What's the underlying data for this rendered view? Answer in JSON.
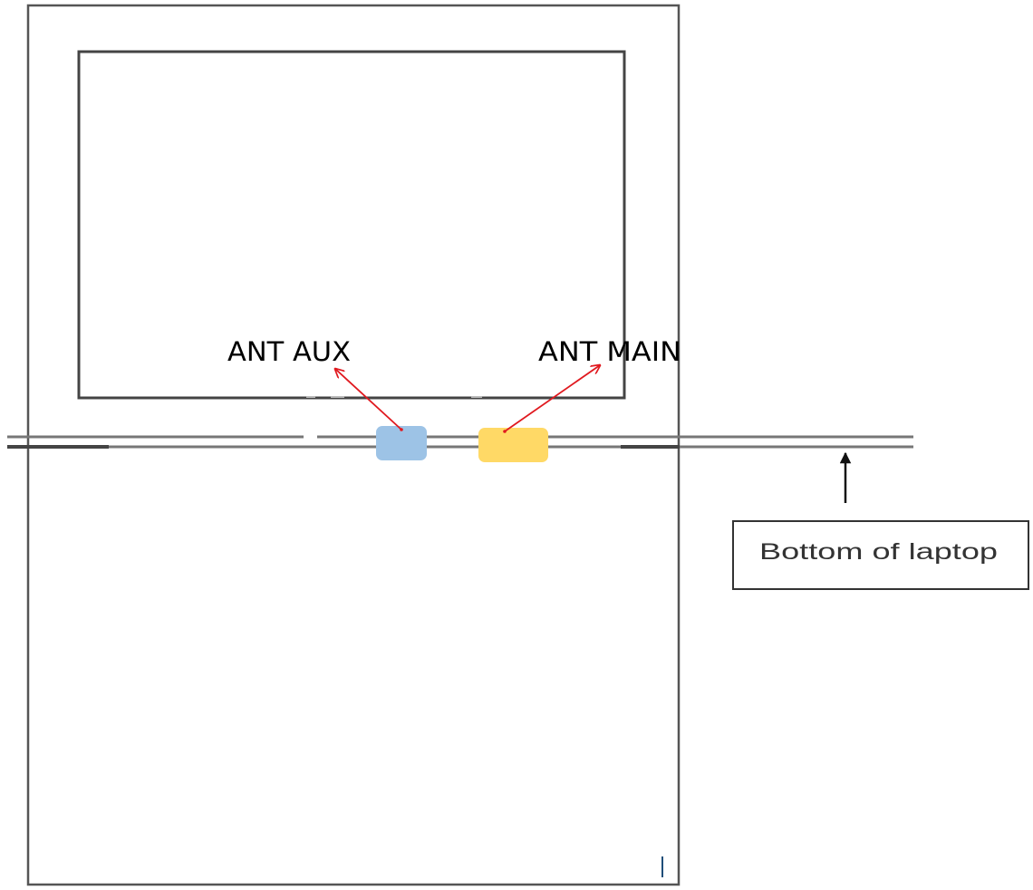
{
  "labels": {
    "ant_aux": "ANT AUX",
    "ant_main": "ANT MAIN",
    "bottom_of_laptop": "Bottom of laptop"
  },
  "colors": {
    "ant_aux_fill": "#9dc3e6",
    "ant_main_fill": "#ffd966",
    "arrow": "#e0191f",
    "outline": "#444444"
  }
}
